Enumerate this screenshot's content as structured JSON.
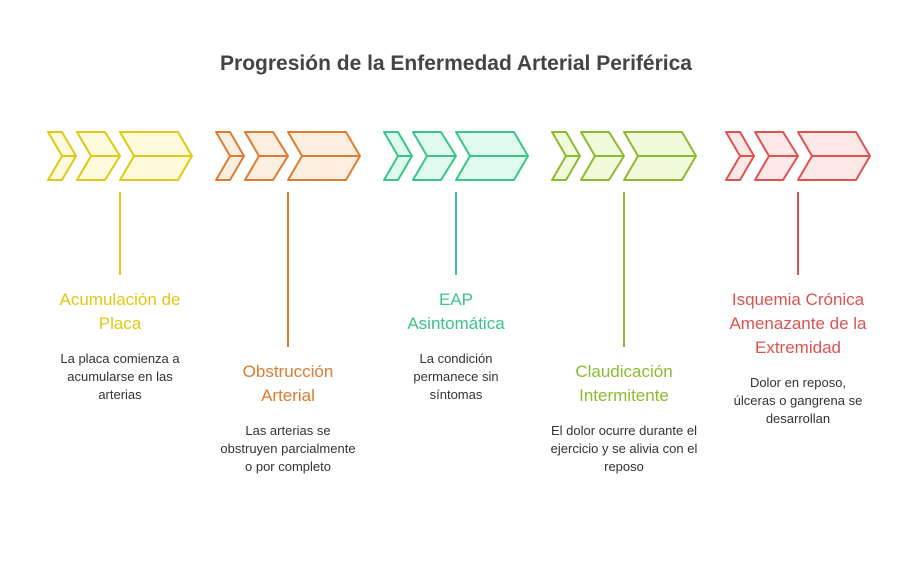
{
  "title": "Progresión de la Enfermedad Arterial Periférica",
  "stages": [
    {
      "title": "Acumulación de Placa",
      "description": "La placa comienza a acumularse en las arterias",
      "stroke": "#e0c914",
      "fill": "#fefadb"
    },
    {
      "title": "Obstrucción Arterial",
      "description": "Las arterias se obstruyen parcialmente o por completo",
      "stroke": "#e07b32",
      "fill": "#fdeee2"
    },
    {
      "title": "EAP Asintomática",
      "description": "La condición permanece sin síntomas",
      "stroke": "#3dc48a",
      "fill": "#e0faef"
    },
    {
      "title": "Claudicación Intermitente",
      "description": "El dolor ocurre durante el ejercicio y se alivia con el reposo",
      "stroke": "#8cbb32",
      "fill": "#f1fbdc"
    },
    {
      "title": "Isquemia Crónica Amenazante de la Extremidad",
      "description": "Dolor en reposo, úlceras o gangrena se desarrollan",
      "stroke": "#e05252",
      "fill": "#fde8e8"
    }
  ]
}
